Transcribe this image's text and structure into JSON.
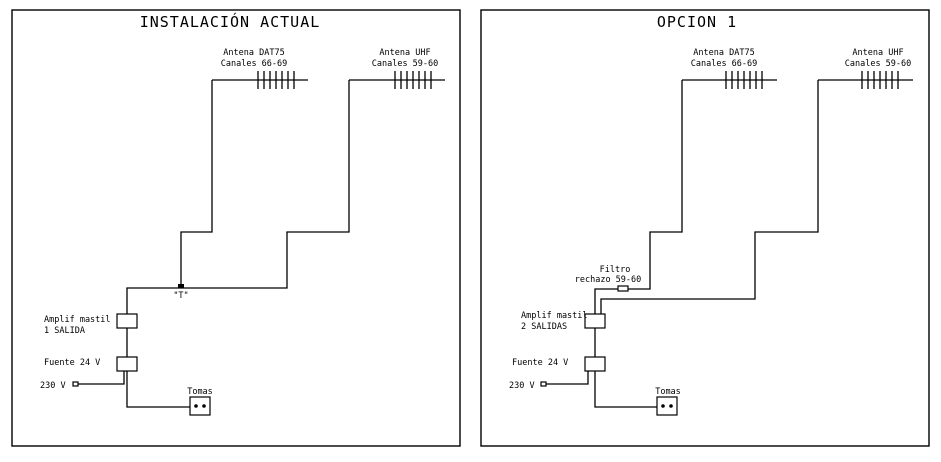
{
  "panels": [
    {
      "id": "actual",
      "title": "INSTALACIÓN ACTUAL",
      "antenna_1": {
        "line1": "Antena DAT75",
        "line2": "Canales 66-69"
      },
      "antenna_2": {
        "line1": "Antena UHF",
        "line2": "Canales 59-60"
      },
      "tee_label": "\"T\"",
      "amplifier": {
        "line1": "Amplif mastil",
        "line2": "1 SALIDA"
      },
      "power_supply": "Fuente 24 V",
      "mains": "230 V",
      "outlet": "Tomas"
    },
    {
      "id": "opcion1",
      "title": "OPCION 1",
      "antenna_1": {
        "line1": "Antena DAT75",
        "line2": "Canales 66-69"
      },
      "antenna_2": {
        "line1": "Antena UHF",
        "line2": "Canales 59-60"
      },
      "filter": {
        "line1": "Filtro",
        "line2": "rechazo 59-60"
      },
      "amplifier": {
        "line1": "Amplif mastil",
        "line2": "2 SALIDAS"
      },
      "power_supply": "Fuente 24 V",
      "mains": "230 V",
      "outlet": "Tomas"
    }
  ]
}
